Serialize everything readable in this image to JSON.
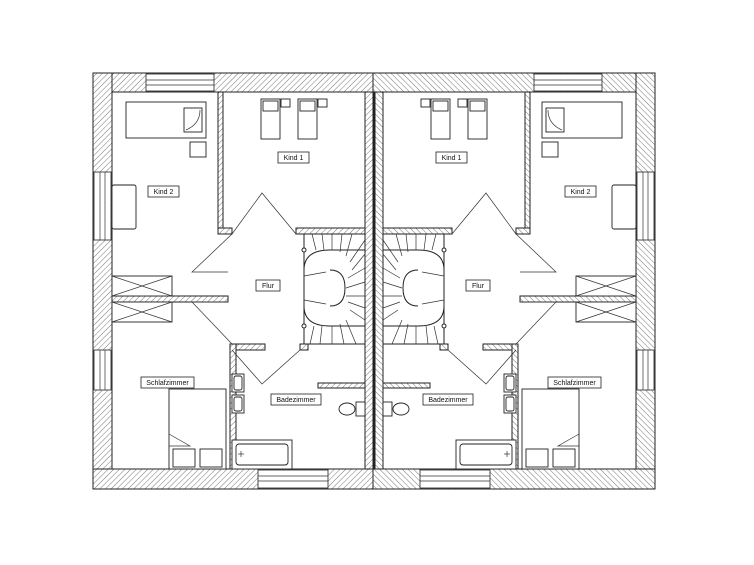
{
  "plan": {
    "rooms_left": {
      "kind2": "Kind 2",
      "kind1": "Kind 1",
      "flur": "Flur",
      "schlafzimmer": "Schlafzimmer",
      "badezimmer": "Badezimmer"
    },
    "rooms_right": {
      "kind2": "Kind 2",
      "kind1": "Kind 1",
      "flur": "Flur",
      "schlafzimmer": "Schlafzimmer",
      "badezimmer": "Badezimmer"
    }
  }
}
